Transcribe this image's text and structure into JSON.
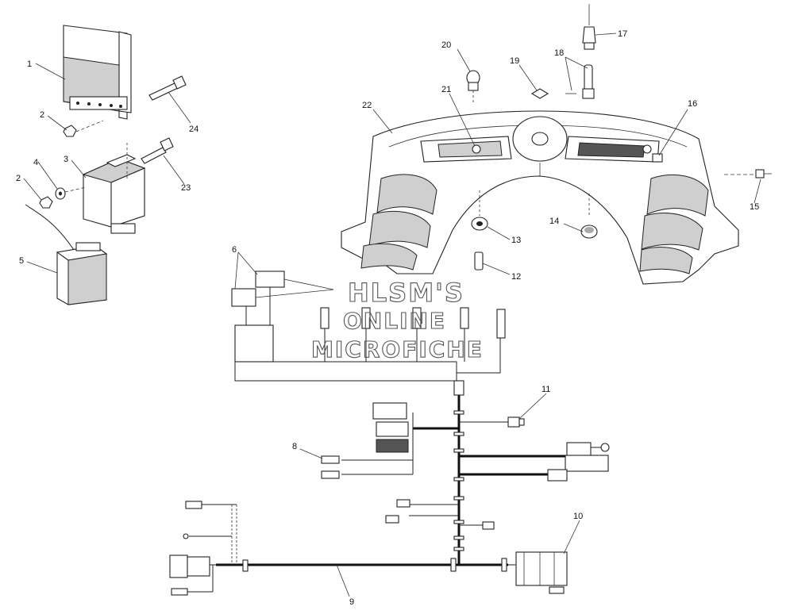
{
  "watermark": {
    "line1": "HLSM'S",
    "line2": "ONLINE",
    "line3": "MICROFICHE"
  },
  "callouts": {
    "c1": "1",
    "c2a": "2",
    "c2b": "2",
    "c3": "3",
    "c4": "4",
    "c5": "5",
    "c6": "6",
    "c8": "8",
    "c9": "9",
    "c10": "10",
    "c11": "11",
    "c12": "12",
    "c13": "13",
    "c14": "14",
    "c15": "15",
    "c16": "16",
    "c17": "17",
    "c18": "18",
    "c19": "19",
    "c20": "20",
    "c21": "21",
    "c22": "22",
    "c23": "23",
    "c24": "24"
  }
}
